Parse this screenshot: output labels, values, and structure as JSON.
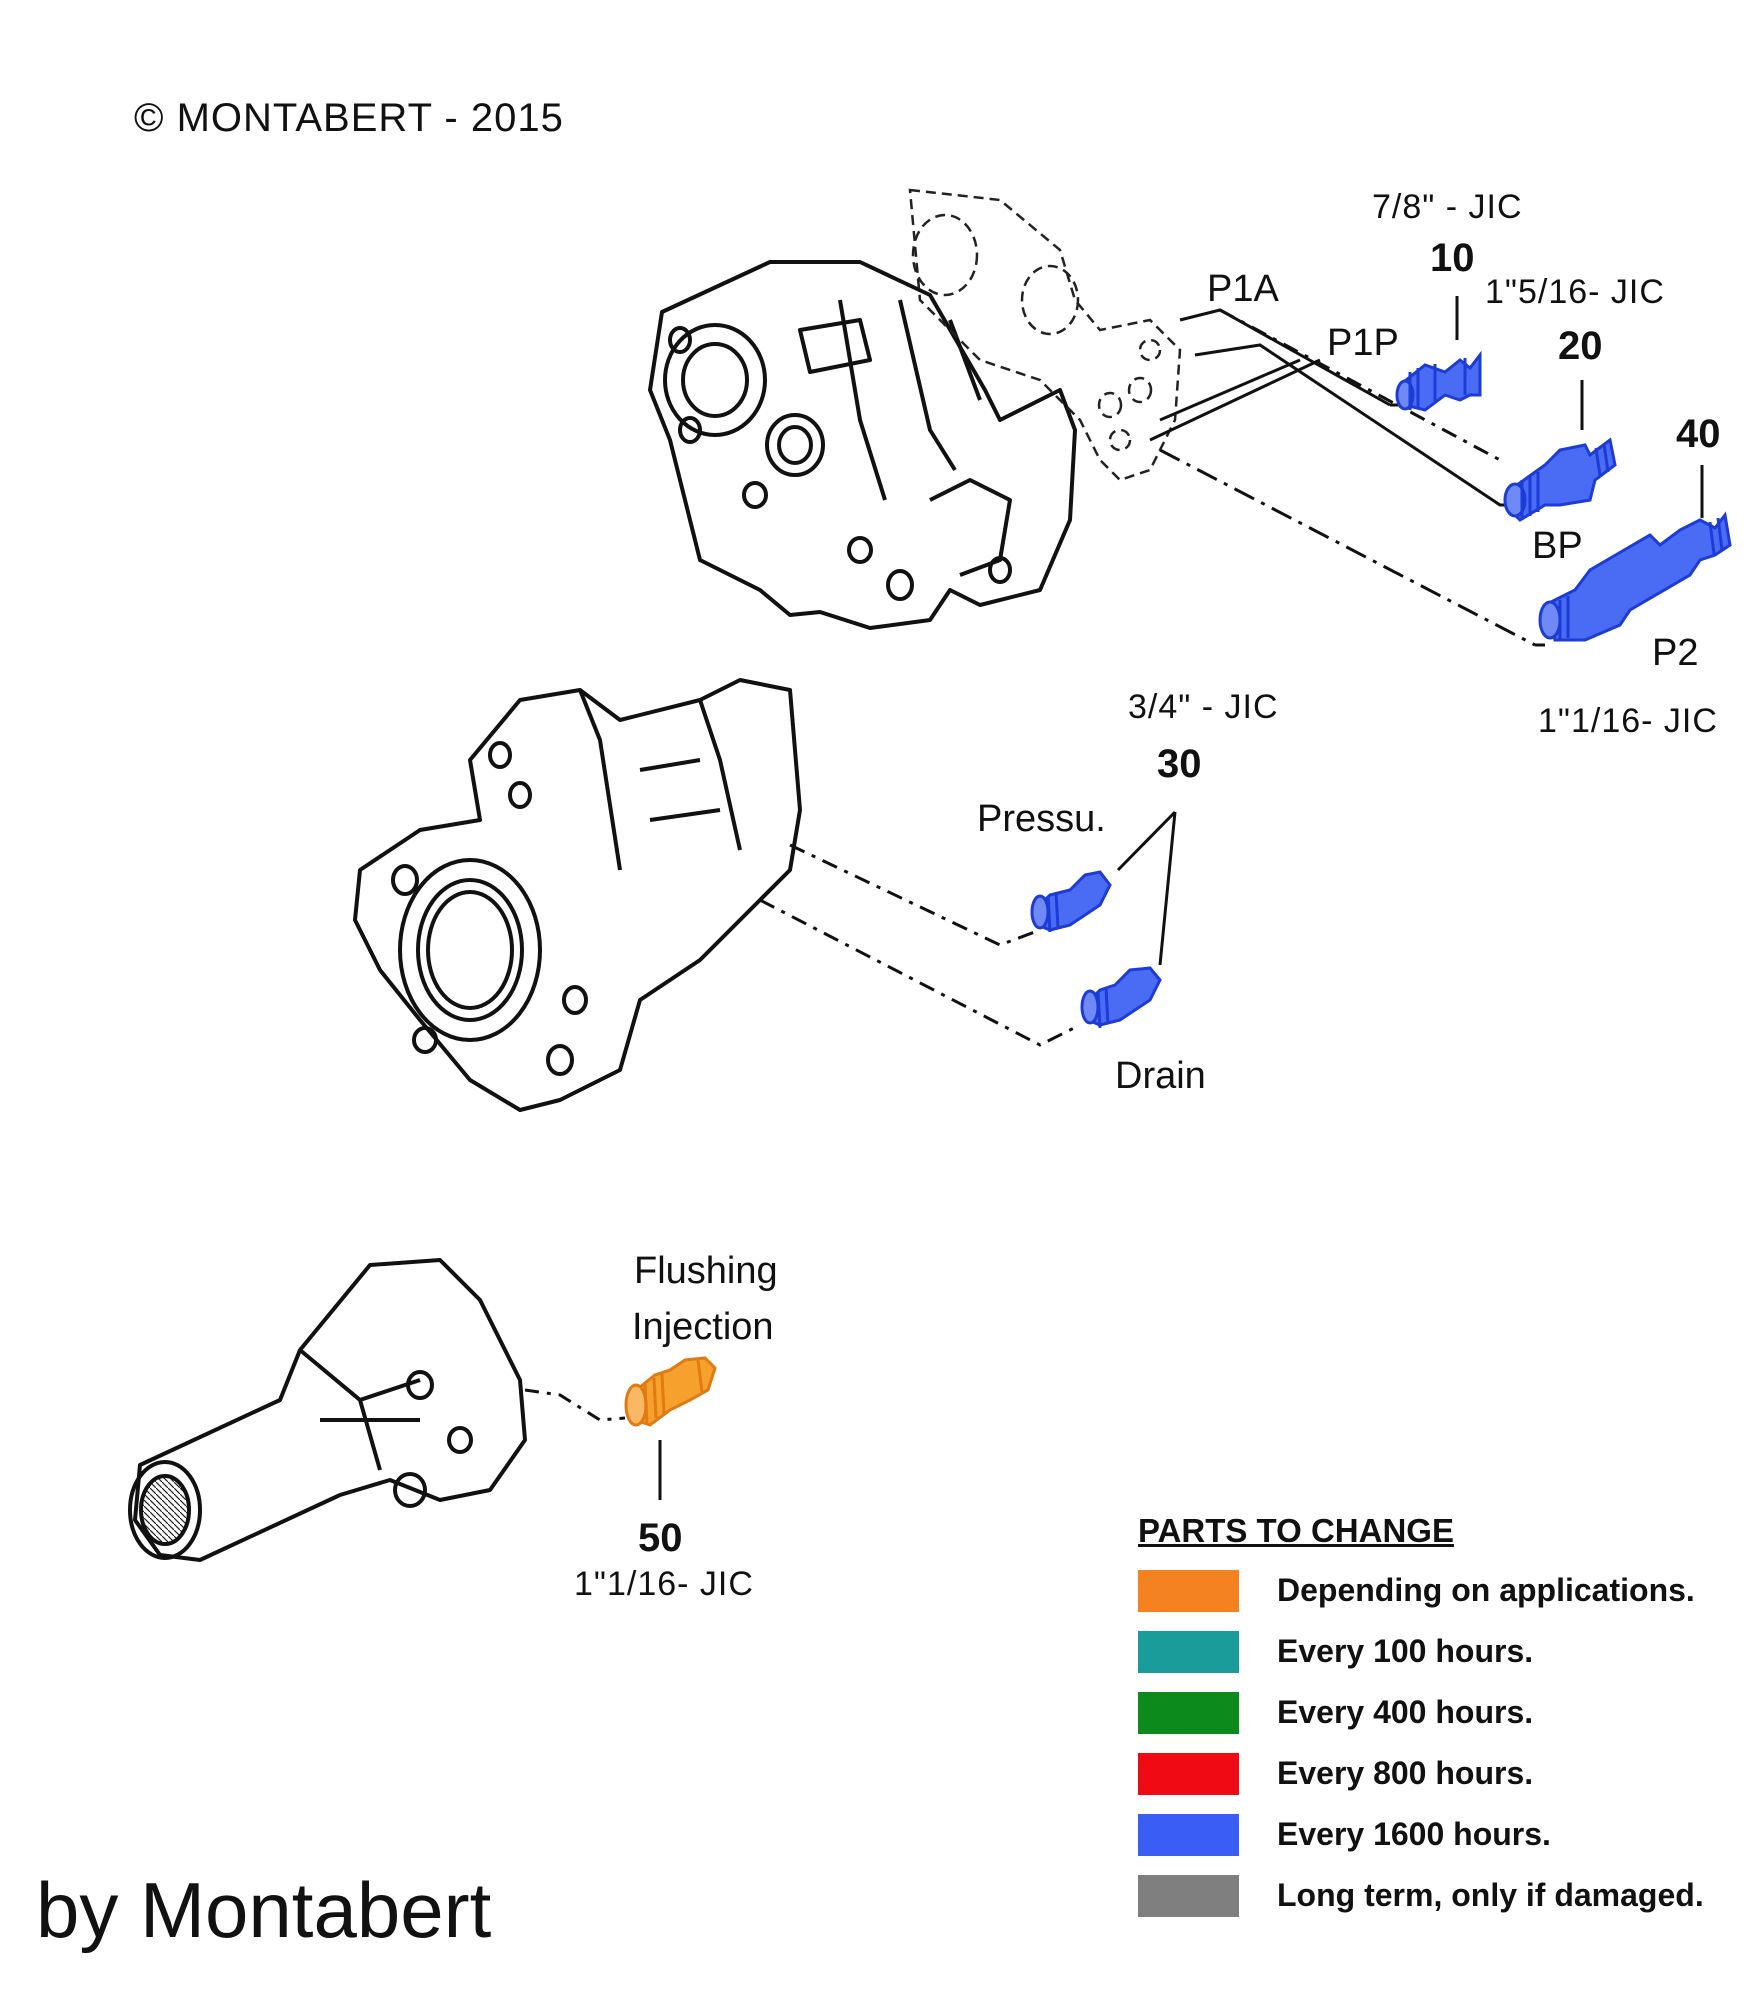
{
  "copyright": "© MONTABERT - 2015",
  "byline": "by Montabert",
  "callouts": {
    "c10": {
      "number": "10",
      "spec": "7/8\" - JIC"
    },
    "c20": {
      "number": "20",
      "spec": "1\"5/16- JIC"
    },
    "c40": {
      "number": "40",
      "spec": "1\"1/16- JIC"
    },
    "c30": {
      "number": "30",
      "spec": "3/4\" - JIC"
    },
    "c50": {
      "number": "50",
      "spec": "1\"1/16- JIC"
    }
  },
  "ports": {
    "p1a": "P1A",
    "p1p": "P1P",
    "bp": "BP",
    "p2": "P2",
    "pressu": "Pressu.",
    "drain": "Drain",
    "flushing_line1": "Flushing",
    "flushing_line2": "Injection"
  },
  "legend": {
    "title": "PARTS TO CHANGE",
    "items": [
      {
        "label": "Depending on applications.",
        "color": "#f58220"
      },
      {
        "label": "Every 100 hours.",
        "color": "#1a9c9a"
      },
      {
        "label": "Every 400 hours.",
        "color": "#0c8a1c"
      },
      {
        "label": "Every 800 hours.",
        "color": "#f00a14"
      },
      {
        "label": "Every 1600 hours.",
        "color": "#3a5ef5"
      },
      {
        "label": "Long term, only if damaged.",
        "color": "#7f7f7f"
      }
    ]
  },
  "colors": {
    "blue_fitting": "#2f55f0",
    "orange_fitting": "#f59b1e"
  }
}
